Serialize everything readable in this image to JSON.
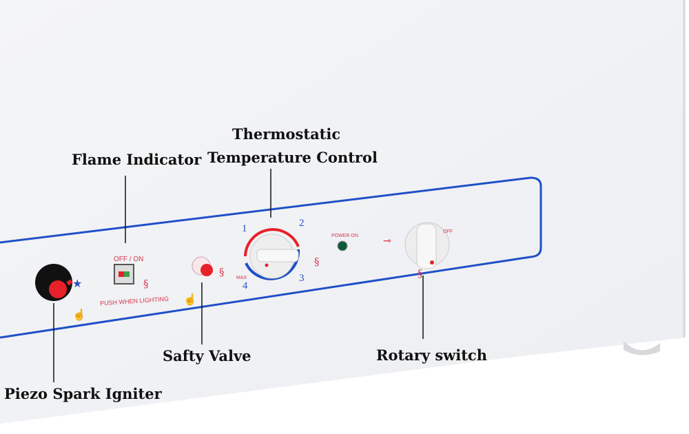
{
  "callouts": {
    "flame_indicator": "Flame Indicator",
    "thermostat_line1": "Thermostatic",
    "thermostat_line2": "Temperature Control",
    "safety_valve": "Safty Valve",
    "rotary_switch": "Rotary switch",
    "piezo": "Piezo Spark Igniter"
  },
  "panel_text": {
    "off_on": "OFF / ON",
    "push_when_lighting": "PUSH  WHEN  LIGHTING",
    "power_on": "POWER ON",
    "max": "MAX",
    "off": "OFF",
    "dial_numbers": [
      "1",
      "2",
      "3",
      "4"
    ]
  },
  "colors": {
    "panel_line": "#1f4fc8",
    "accent_red": "#e8202a",
    "indicator_green": "#0f5a3a"
  }
}
